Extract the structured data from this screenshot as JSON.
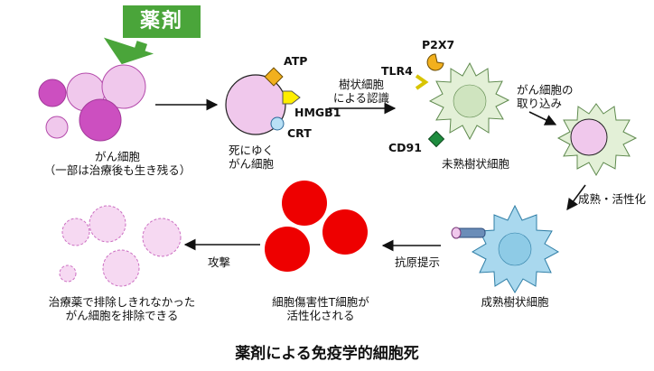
{
  "drug_label": "薬剤",
  "cancer_cells": {
    "line1": "がん細胞",
    "line2": "（一部は治療後も生き残る）"
  },
  "dying_cell": {
    "line1": "死にゆく",
    "line2": "がん細胞",
    "signals": {
      "atp": "ATP",
      "hmgb1": "HMGB1",
      "crt": "CRT"
    }
  },
  "receptor_arrow": {
    "line1": "樹状細胞",
    "line2": "による認識"
  },
  "immature_dc": {
    "label": "未熟樹状細胞",
    "receptors": {
      "p2x7": "P2X7",
      "tlr4": "TLR4",
      "cd91": "CD91"
    }
  },
  "uptake": {
    "line1": "がん細胞の",
    "line2": "取り込み"
  },
  "maturation": "成熟・活性化",
  "mature_dc": {
    "label": "成熟樹状細胞"
  },
  "antigen_presentation": "抗原提示",
  "tcells": {
    "line1": "細胞傷害性T細胞が",
    "line2": "活性化される"
  },
  "attack": "攻撃",
  "remaining": {
    "line1": "治療薬で排除しきれなかった",
    "line2": "がん細胞を排除できる"
  },
  "caption": "薬剤による免疫学的細胞死",
  "colors": {
    "drug_green": "#4aa53a",
    "cancer_light": "#f0c8ec",
    "cancer_dark": "#cc4fc0",
    "dc_green": "#e3f0d7",
    "mature_dc_blue": "#a9d8ee",
    "tcell_red": "#ee0000",
    "atp_orange": "#f2b01e",
    "hmgb1_yellow": "#ffee00",
    "crt_blue": "#b8e0f6",
    "cd91_green": "#1e8c3e"
  }
}
